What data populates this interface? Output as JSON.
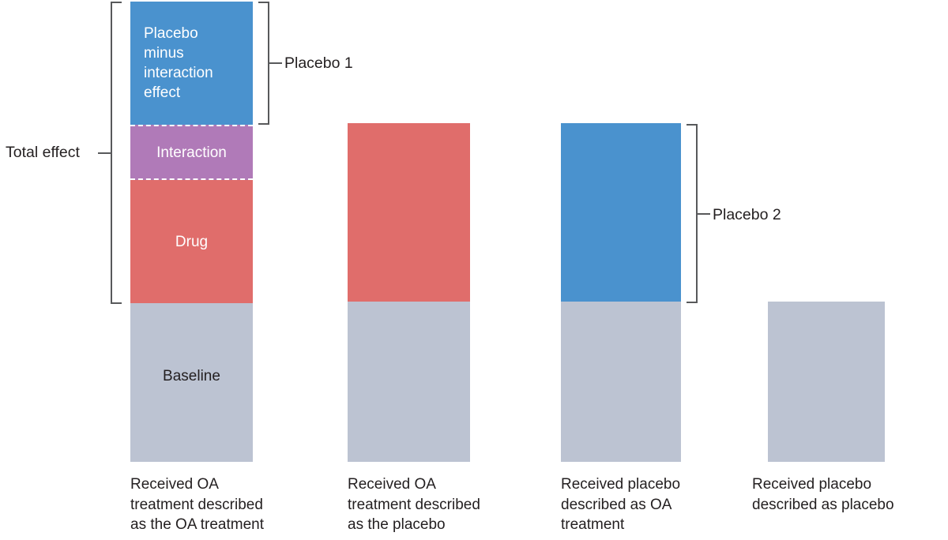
{
  "chart_data": {
    "type": "bar",
    "title": "",
    "subtitle": "",
    "xlabel": "",
    "ylabel": "",
    "stacked": true,
    "grid": false,
    "legend_position": "none",
    "axis_note": "y-axis unlabeled; values are relative pixel-derived magnitudes on an arbitrary effect scale",
    "ylim": [
      0,
      100
    ],
    "segment_names": [
      "Baseline",
      "Drug",
      "Interaction",
      "Placebo minus interaction effect"
    ],
    "segment_colors": {
      "Baseline": "#bcc3d2",
      "Drug": "#e06d6b",
      "Interaction": "#b07ab8",
      "Placebo minus interaction effect": "#4a92ce"
    },
    "categories": [
      "Received OA treatment described as the OA treatment",
      "Received OA treatment described as the placebo",
      "Received placebo described as OA treatment",
      "Received placebo described as placebo"
    ],
    "series": [
      {
        "name": "Baseline",
        "values": [
          34.4,
          34.4,
          34.4,
          34.4
        ]
      },
      {
        "name": "Drug",
        "values": [
          26.7,
          38.6,
          0,
          0
        ]
      },
      {
        "name": "Interaction",
        "values": [
          12.0,
          0,
          0,
          0
        ]
      },
      {
        "name": "Placebo minus interaction effect",
        "values": [
          27.0,
          0,
          38.6,
          0
        ]
      }
    ],
    "totals": [
      100.0,
      73.0,
      73.0,
      34.4
    ],
    "annotations": [
      {
        "label": "Total effect",
        "spans": [
          "Baseline-top",
          "bar-1-top"
        ],
        "bar": 1
      },
      {
        "label": "Placebo 1",
        "spans": [
          "interaction-top",
          "bar-1-top"
        ],
        "bar": 1
      },
      {
        "label": "Placebo 2",
        "spans": [
          "baseline-top",
          "bar-3-top"
        ],
        "bar": 3
      }
    ]
  },
  "bars": [
    {
      "category_label": "Received OA\ntreatment described\nas the OA treatment",
      "segments": [
        {
          "name": "placebo-minus-interaction",
          "label": "Placebo\nminus\ninteraction\neffect",
          "color": "#4a92ce",
          "text_color": "light"
        },
        {
          "name": "interaction",
          "label": "Interaction",
          "color": "#b07ab8",
          "text_color": "light"
        },
        {
          "name": "drug",
          "label": "Drug",
          "color": "#e06d6b",
          "text_color": "light"
        },
        {
          "name": "baseline",
          "label": "Baseline",
          "color": "#bcc3d2",
          "text_color": "dark"
        }
      ]
    },
    {
      "category_label": "Received OA\ntreatment described\nas the placebo",
      "segments": [
        {
          "name": "drug",
          "label": "",
          "color": "#e06d6b",
          "text_color": "light"
        },
        {
          "name": "baseline",
          "label": "",
          "color": "#bcc3d2",
          "text_color": "dark"
        }
      ]
    },
    {
      "category_label": "Received placebo\ndescribed as OA\ntreatment",
      "segments": [
        {
          "name": "placebo",
          "label": "",
          "color": "#4a92ce",
          "text_color": "light"
        },
        {
          "name": "baseline",
          "label": "",
          "color": "#bcc3d2",
          "text_color": "dark"
        }
      ]
    },
    {
      "category_label": "Received placebo\ndescribed as placebo",
      "segments": [
        {
          "name": "baseline",
          "label": "",
          "color": "#bcc3d2",
          "text_color": "dark"
        }
      ]
    }
  ],
  "brackets": {
    "total_effect": {
      "label": "Total effect"
    },
    "placebo_1": {
      "label": "Placebo 1"
    },
    "placebo_2": {
      "label": "Placebo 2"
    }
  },
  "colors": {
    "blue": "#4a92ce",
    "purple": "#b07ab8",
    "red": "#e06d6b",
    "gray": "#bcc3d2",
    "bracket": "#58595b",
    "text": "#231f20",
    "background": "#ffffff"
  }
}
